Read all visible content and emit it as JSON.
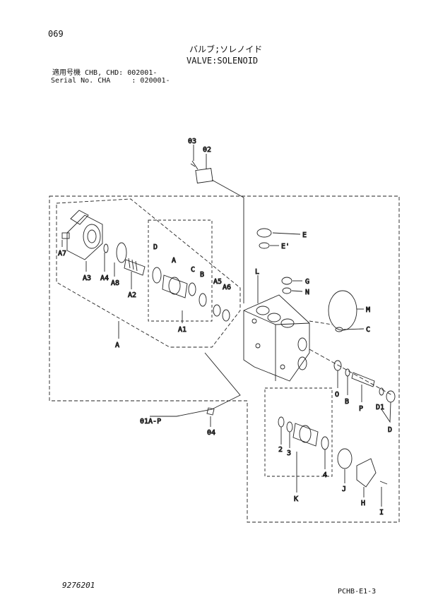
{
  "header": {
    "page_no": "069",
    "title_jp": "バルブ;ソレノイド",
    "title_en": "VALVE:SOLENOID",
    "applies_line": "適用号機 CHB, CHD: 002001-",
    "serial_line": "Serial No. CHA     : 020001-"
  },
  "callouts": {
    "c03": "03",
    "c02": "02",
    "cE": "E",
    "cE1": "E'",
    "cL": "L",
    "cG": "G",
    "cN": "N",
    "cM": "M",
    "cC": "C",
    "cD_a": "D",
    "cA_a": "A",
    "cC_a": "C",
    "cB_a": "B",
    "cA7": "A7",
    "cA3": "A3",
    "cA4": "A4",
    "cA8": "A8",
    "cA2": "A2",
    "cA5": "A5",
    "cA6": "A6",
    "cA1": "A1",
    "cA": "A",
    "c01AP": "01A-P",
    "c04": "04",
    "cO": "O",
    "cB": "B",
    "cP": "P",
    "cD1": "D1",
    "cD": "D",
    "c2": "2",
    "c3": "3",
    "c4": "4",
    "cJ": "J",
    "cK": "K",
    "cH": "H",
    "cI": "I"
  },
  "footer": {
    "doc_number": "9276201",
    "page_code": "PCHB-E1-3"
  }
}
